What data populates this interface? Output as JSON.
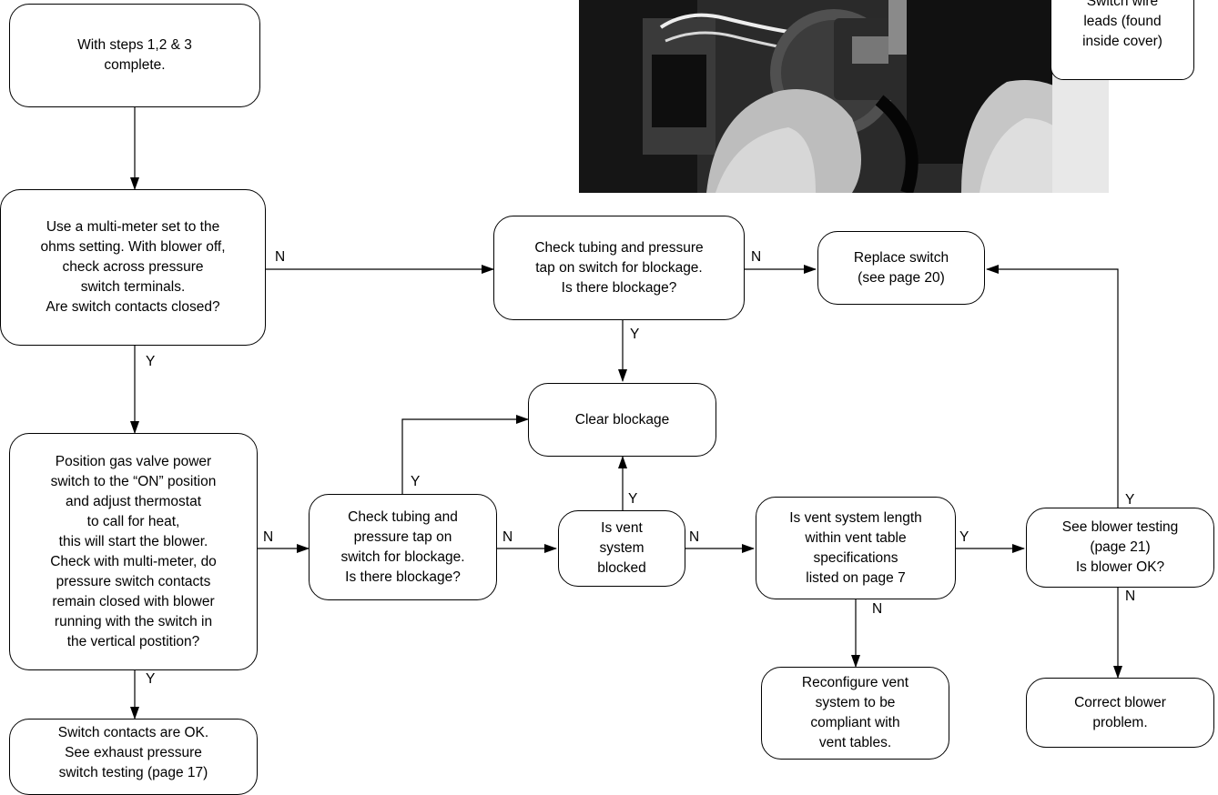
{
  "photo": {
    "callout": "Switch wire\nleads (found\ninside cover)"
  },
  "boxes": {
    "start": "With steps 1,2 & 3\ncomplete.",
    "multimeter": "Use a multi-meter set to the\nohms setting. With blower off,\ncheck across pressure\nswitch terminals.\nAre switch contacts closed?",
    "check_tubing_top": "Check tubing and pressure\ntap on switch for blockage.\nIs there blockage?",
    "replace_switch": "Replace switch\n(see page 20)",
    "clear_blockage": "Clear blockage",
    "position_gas_valve": "Position gas valve power\nswitch to the “ON” position\nand adjust thermostat\nto call for heat,\nthis will start the blower.\nCheck with multi-meter, do\npressure switch contacts\nremain closed with blower\nrunning with the switch in\nthe vertical postition?",
    "check_tubing_mid": "Check tubing and\npressure tap on\nswitch for blockage.\nIs there blockage?",
    "vent_blocked": "Is vent\nsystem\nblocked",
    "vent_length": "Is vent system length\nwithin vent table\nspecifications\nlisted on page 7",
    "blower_testing": "See blower testing\n(page 21)\nIs blower OK?",
    "contacts_ok": "Switch contacts are OK.\nSee exhaust pressure\nswitch testing (page 17)",
    "reconfigure_vent": "Reconfigure vent\nsystem to be\ncompliant with\nvent tables.",
    "correct_blower": "Correct blower\nproblem."
  },
  "labels": {
    "multimeter_no": "N",
    "multimeter_yes": "Y",
    "check_top_no": "N",
    "check_top_yes": "Y",
    "check_mid_yes": "Y",
    "position_no": "N",
    "position_yes": "Y",
    "check_mid_no": "N",
    "vent_blocked_yes": "Y",
    "vent_blocked_no": "N",
    "vent_length_yes": "Y",
    "vent_length_no": "N",
    "blower_yes": "Y",
    "blower_no": "N"
  }
}
